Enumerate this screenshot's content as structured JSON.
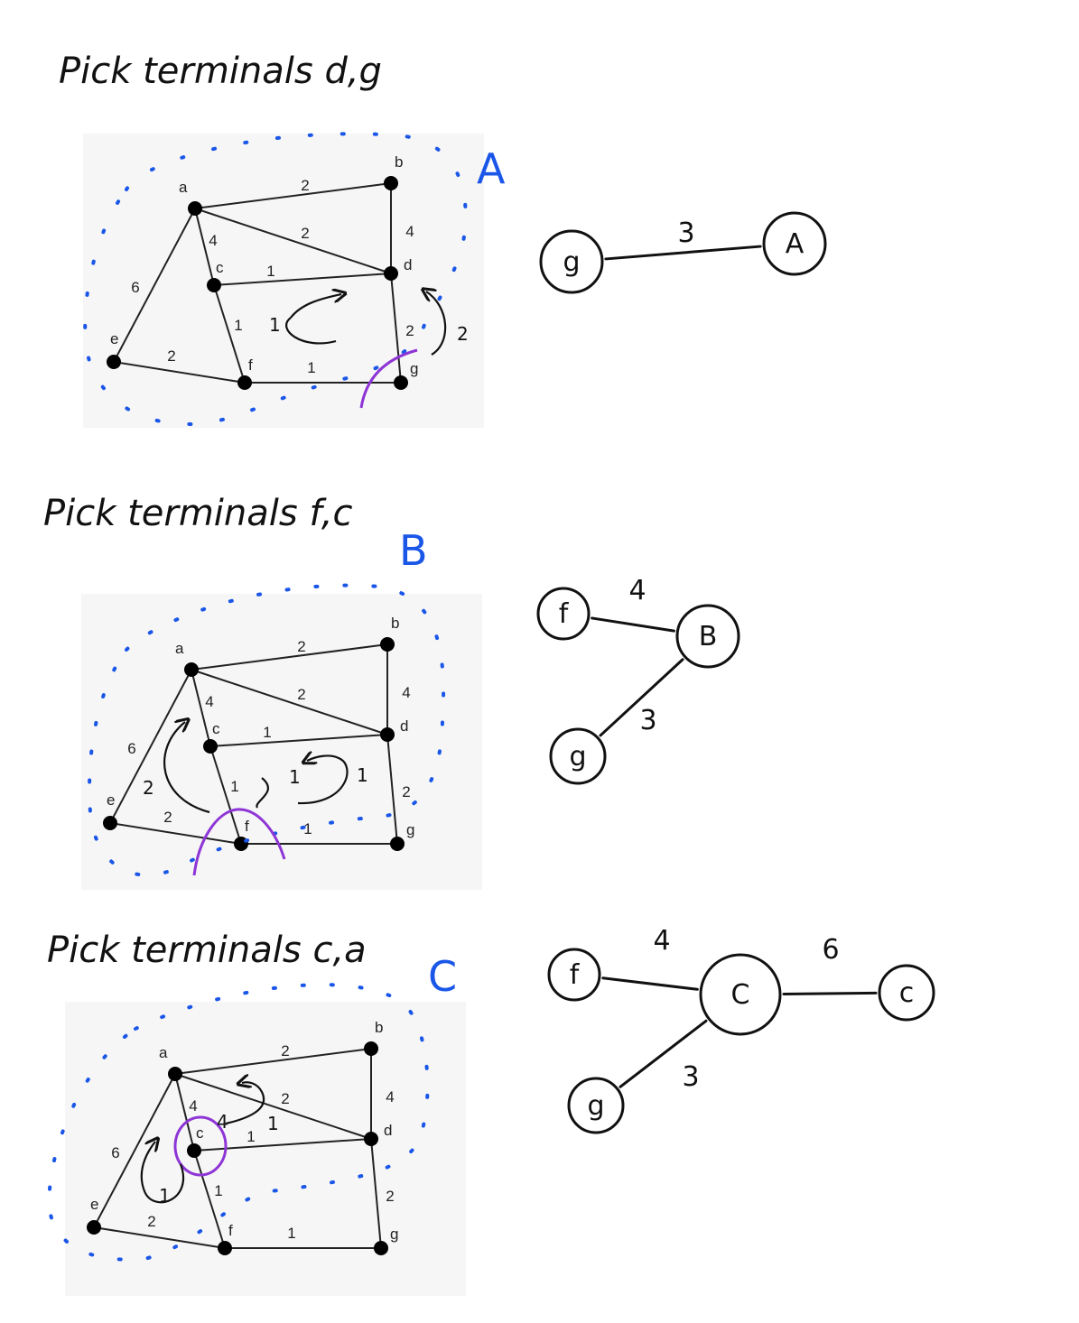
{
  "steps": [
    {
      "title": "Pick terminals d,g",
      "cluster_label": "A",
      "graph": {
        "nodes": [
          "a",
          "b",
          "c",
          "d",
          "e",
          "f",
          "g"
        ],
        "edges": [
          {
            "from": "a",
            "to": "b",
            "w": "2"
          },
          {
            "from": "a",
            "to": "d",
            "w": "2"
          },
          {
            "from": "a",
            "to": "c",
            "w": "4"
          },
          {
            "from": "a",
            "to": "e",
            "w": "6"
          },
          {
            "from": "b",
            "to": "d",
            "w": "4"
          },
          {
            "from": "c",
            "to": "d",
            "w": "1"
          },
          {
            "from": "c",
            "to": "f",
            "w": "1"
          },
          {
            "from": "e",
            "to": "f",
            "w": "2"
          },
          {
            "from": "f",
            "to": "g",
            "w": "1"
          },
          {
            "from": "d",
            "to": "g",
            "w": "2"
          }
        ]
      },
      "annotations": [
        "1",
        "2"
      ],
      "tree": {
        "nodes": [
          "g",
          "A"
        ],
        "edges": [
          {
            "from": "g",
            "to": "A",
            "w": "3"
          }
        ]
      }
    },
    {
      "title": "Pick terminals f,c",
      "cluster_label": "B",
      "graph": {
        "nodes": [
          "a",
          "b",
          "c",
          "d",
          "e",
          "f",
          "g"
        ],
        "edges": [
          {
            "from": "a",
            "to": "b",
            "w": "2"
          },
          {
            "from": "a",
            "to": "d",
            "w": "2"
          },
          {
            "from": "a",
            "to": "c",
            "w": "4"
          },
          {
            "from": "a",
            "to": "e",
            "w": "6"
          },
          {
            "from": "b",
            "to": "d",
            "w": "4"
          },
          {
            "from": "c",
            "to": "d",
            "w": "1"
          },
          {
            "from": "c",
            "to": "f",
            "w": "1"
          },
          {
            "from": "e",
            "to": "f",
            "w": "2"
          },
          {
            "from": "f",
            "to": "g",
            "w": "1"
          },
          {
            "from": "d",
            "to": "g",
            "w": "2"
          }
        ]
      },
      "annotations": [
        "2",
        "1",
        "1"
      ],
      "tree": {
        "nodes": [
          "f",
          "B",
          "g"
        ],
        "edges": [
          {
            "from": "f",
            "to": "B",
            "w": "4"
          },
          {
            "from": "g",
            "to": "B",
            "w": "3"
          }
        ]
      }
    },
    {
      "title": "Pick terminals c,a",
      "cluster_label": "C",
      "graph": {
        "nodes": [
          "a",
          "b",
          "c",
          "d",
          "e",
          "f",
          "g"
        ],
        "edges": [
          {
            "from": "a",
            "to": "b",
            "w": "2"
          },
          {
            "from": "a",
            "to": "d",
            "w": "2"
          },
          {
            "from": "a",
            "to": "c",
            "w": "4"
          },
          {
            "from": "a",
            "to": "e",
            "w": "6"
          },
          {
            "from": "b",
            "to": "d",
            "w": "4"
          },
          {
            "from": "c",
            "to": "d",
            "w": "1"
          },
          {
            "from": "c",
            "to": "f",
            "w": "1"
          },
          {
            "from": "e",
            "to": "f",
            "w": "2"
          },
          {
            "from": "f",
            "to": "g",
            "w": "1"
          },
          {
            "from": "d",
            "to": "g",
            "w": "2"
          }
        ]
      },
      "annotations": [
        "4",
        "1",
        "1"
      ],
      "tree": {
        "nodes": [
          "f",
          "C",
          "c",
          "g"
        ],
        "edges": [
          {
            "from": "f",
            "to": "C",
            "w": "4"
          },
          {
            "from": "C",
            "to": "c",
            "w": "6"
          },
          {
            "from": "g",
            "to": "C",
            "w": "3"
          }
        ]
      }
    }
  ],
  "colors": {
    "ink": "#111111",
    "cluster": "#1a56e8",
    "cut": "#8e35d6",
    "panel": "#f6f6f6"
  }
}
